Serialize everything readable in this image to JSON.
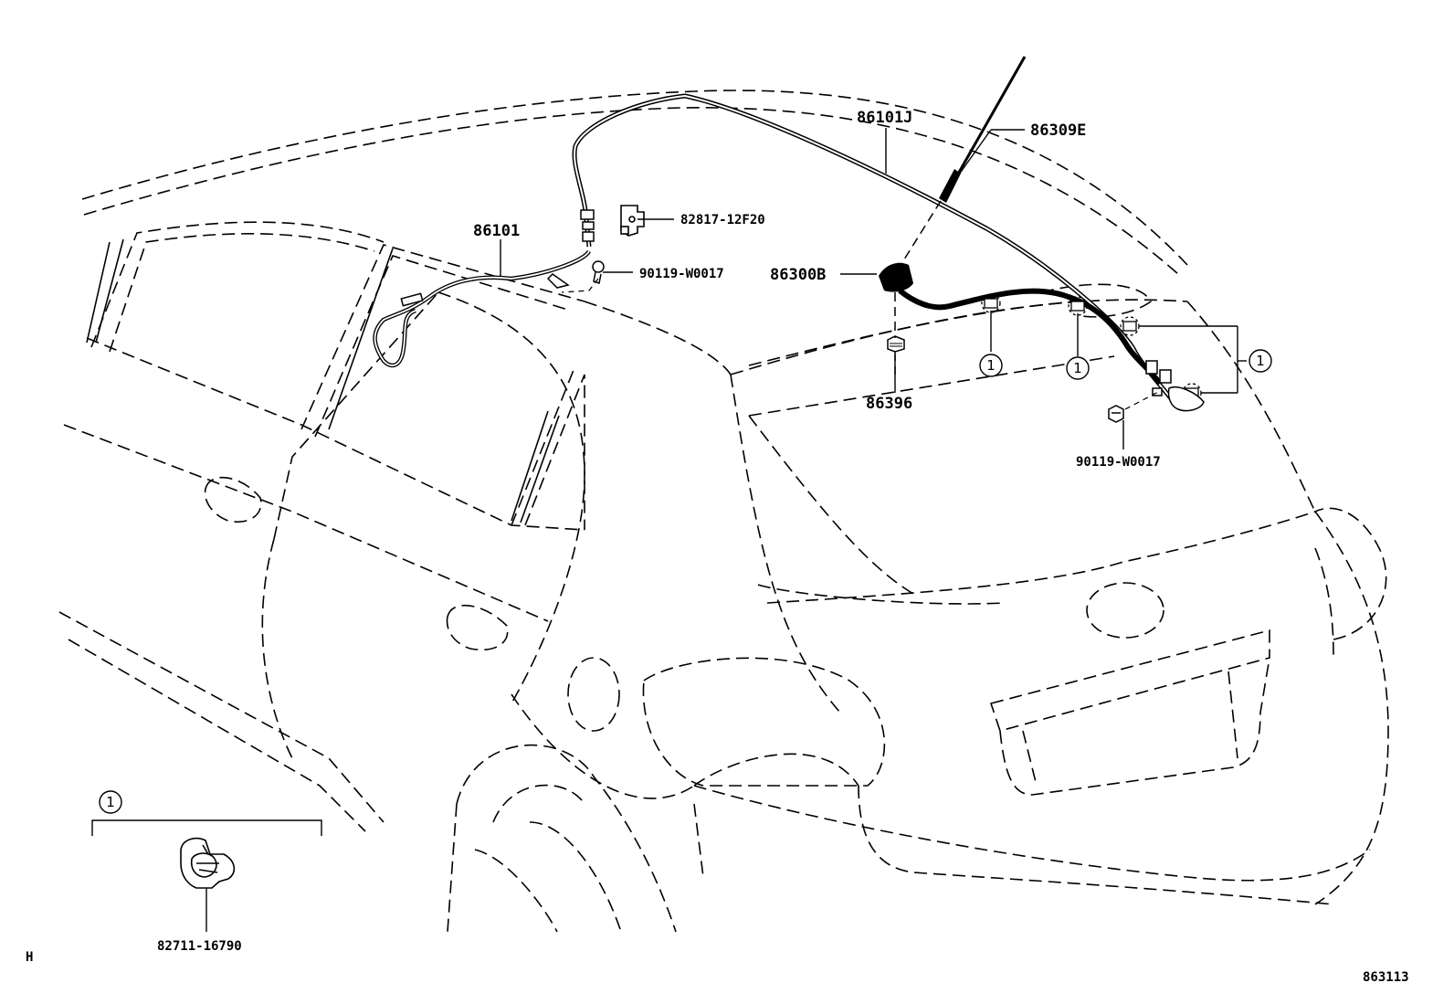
{
  "diagram": {
    "part_labels": {
      "p86101J": "86101J",
      "p86309E": "86309E",
      "p86101": "86101",
      "p82817": "82817-12F20",
      "p90119_top": "90119-W0017",
      "p86300B": "86300B",
      "p86396": "86396",
      "p90119_right": "90119-W0017",
      "p82711": "82711-16790"
    },
    "callout_marker": "1",
    "page_corner_mark": "H",
    "figure_number": "863113"
  }
}
